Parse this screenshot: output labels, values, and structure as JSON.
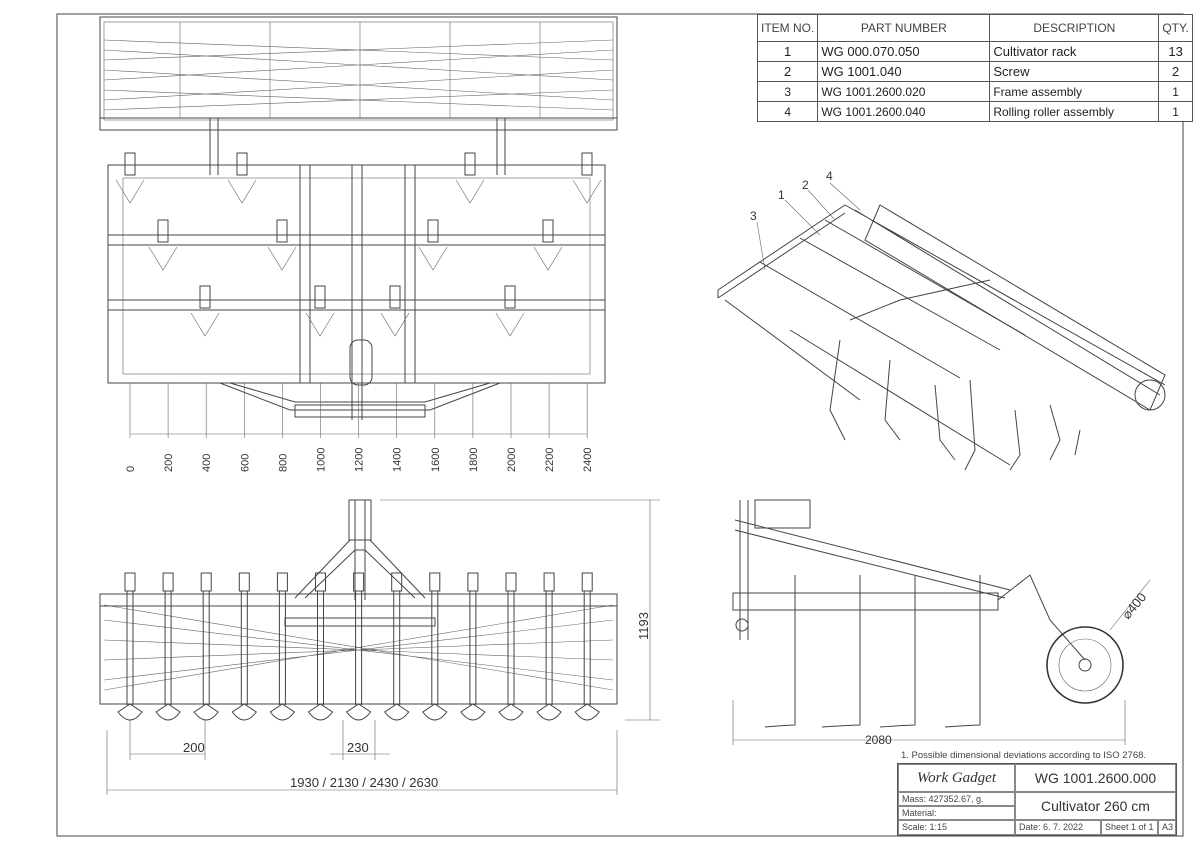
{
  "bom": {
    "headers": {
      "item": "ITEM NO.",
      "part": "PART NUMBER",
      "desc": "DESCRIPTION",
      "qty": "QTY."
    },
    "rows": [
      {
        "item": "1",
        "part": "WG 000.070.050",
        "desc": "Cultivator rack",
        "qty": "13"
      },
      {
        "item": "2",
        "part": "WG 1001.040",
        "desc": "Screw",
        "qty": "2"
      },
      {
        "item": "3",
        "part": "WG 1001.2600.020",
        "desc": "Frame assembly",
        "qty": "1"
      },
      {
        "item": "4",
        "part": "WG 1001.2600.040",
        "desc": "Rolling roller assembly",
        "qty": "1"
      }
    ]
  },
  "top_view": {
    "scale_ticks": [
      "0",
      "200",
      "400",
      "600",
      "800",
      "1000",
      "1200",
      "1400",
      "1600",
      "1800",
      "2000",
      "2200",
      "2400"
    ]
  },
  "front_view": {
    "height_dim": "1193",
    "spacing_dim": "200",
    "gap_dim": "230",
    "width_dim": "1930 / 2130 / 2430 / 2630"
  },
  "side_view": {
    "length_dim": "2080",
    "roller_dia": "⌀400"
  },
  "iso_view": {
    "balloons": [
      "1",
      "2",
      "3",
      "4"
    ]
  },
  "title_block": {
    "note": "1. Possible dimensional deviations according to ISO 2768.",
    "company": "Work Gadget",
    "drawing_number": "WG 1001.2600.000",
    "mass": "Mass: 427352.67, g.",
    "material": "Material:",
    "title": "Cultivator 260 cm",
    "scale": "Scale: 1:15",
    "date": "Date: 6. 7. 2022",
    "sheet": "Sheet 1 of 1",
    "size": "A3"
  }
}
